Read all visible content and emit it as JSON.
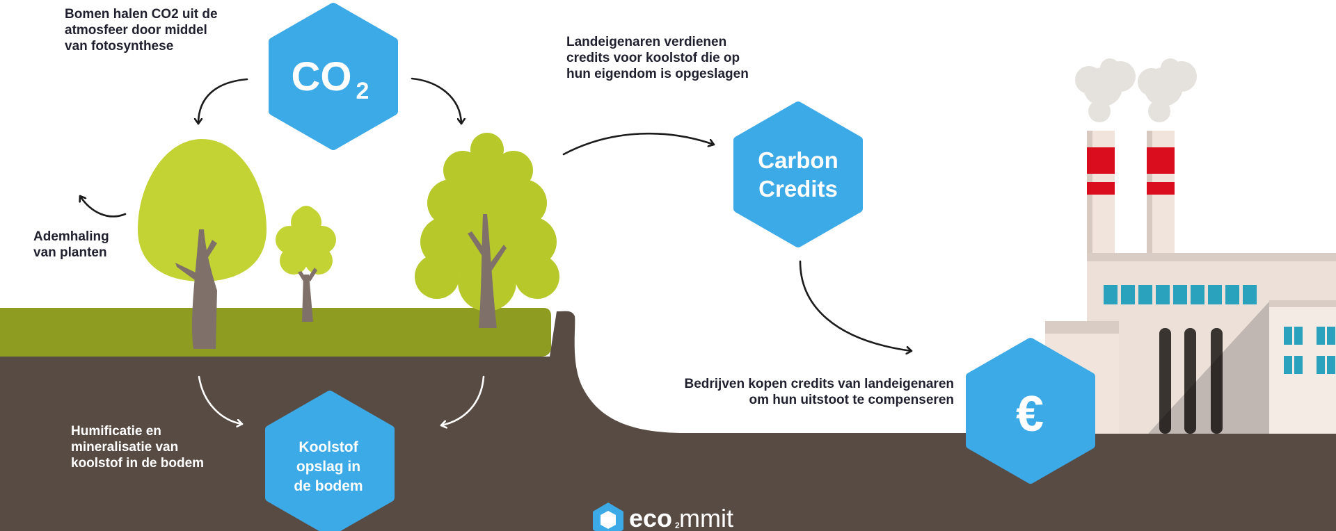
{
  "labels": {
    "bomen": [
      "Bomen halen CO2 uit de",
      "atmosfeer door middel",
      "van fotosynthese"
    ],
    "landeigenaren": [
      "Landeigenaren verdienen",
      "credits voor koolstof die op",
      "hun eigendom is opgeslagen"
    ],
    "ademhaling": [
      "Ademhaling",
      "van planten"
    ],
    "humificatie": [
      "Humificatie en",
      "mineralisatie van",
      "koolstof in de bodem"
    ],
    "bedrijven": [
      "Bedrijven kopen credits van landeigenaren",
      "om hun uitstoot te compenseren"
    ]
  },
  "hexagons": {
    "co2": {
      "main": "CO",
      "sub": "2"
    },
    "carbon_credits": [
      "Carbon",
      "Credits"
    ],
    "koolstof": [
      "Koolstof",
      "opslag in",
      "de bodem"
    ],
    "euro": "€"
  },
  "logo": {
    "prefix": "eco",
    "sub": "2",
    "suffix": "mmit"
  },
  "colors": {
    "hex_blue": "#3daae8",
    "soil": "#574b43",
    "grass": "#8e9c22",
    "tree_light": "#c3d334",
    "tree_mid": "#b7c92a",
    "trunk": "#7f716a",
    "chimney_red": "#d90d1e",
    "factory_wall": "#f1e4dd",
    "window_teal": "#2aa2bd",
    "smoke": "#e5e1dd",
    "arrow": "#1b1b1b"
  }
}
